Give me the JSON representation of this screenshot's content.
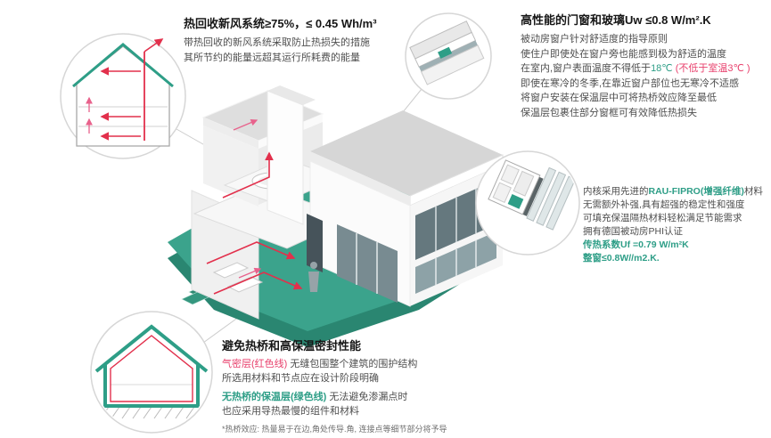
{
  "colors": {
    "teal": "#2E9E87",
    "platform_top": "#3BA38C",
    "platform_side": "#2A8671",
    "duct_red": "#E2304C",
    "accent_pink": "#E8416D",
    "text_dark": "#161616",
    "text_body": "#4f4f4f"
  },
  "heat_recovery": {
    "title": "热回收新风系统≥75%，≤ 0.45 Wh/m³",
    "desc1": "带热回收的新风系统采取防止热损失的措施",
    "desc2": "其所节约的能量远超其运行所耗费的能量"
  },
  "windows": {
    "title": "高性能的门窗和玻璃Uw ≤0.8 W/m².K",
    "l1": "被动房窗户针对舒适度的指导原则",
    "l2": "使住户即使处在窗户旁也能感到极为舒适的温度",
    "l3a": "在室内,窗户表面温度不得低于",
    "l3b": "18℃",
    "l3c": " (不低于室温3℃ )",
    "l4": "即使在寒冷的冬季,在靠近窗户部位也无寒冷不适感",
    "l5": "将窗户安装在保温层中可将热桥效应降至最低",
    "l6": "保温层包裹住部分窗框可有效降低热损失"
  },
  "profile": {
    "l1a": "内核采用先进的",
    "l1b": "RAU-FIPRO(增强纤维)",
    "l1c": "材料",
    "l2": "无需额外补强,具有超强的稳定性和强度",
    "l3": "可填充保温隔热材料轻松满足节能需求",
    "l4": "拥有德国被动房PHI认证",
    "l5": "传热系数Uf =0.79 W/m²K",
    "l6": "整窗≤0.8W//m2.K."
  },
  "thermal_bridge": {
    "title": "避免热桥和高保温密封性能",
    "p1a": "气密层(红色线)",
    "p1b": " 无缝包围整个建筑的围护结构",
    "p1c": "所选用材料和节点应在设计阶段明确",
    "p2a": "无热桥的保温层(绿色线)",
    "p2b": " 无法避免渗漏点时",
    "p2c": "也应采用导热最慢的组件和材料",
    "footnote": "*热桥效应: 热量易于在边,角处传导.角, 连接点等细节部分将予导"
  }
}
